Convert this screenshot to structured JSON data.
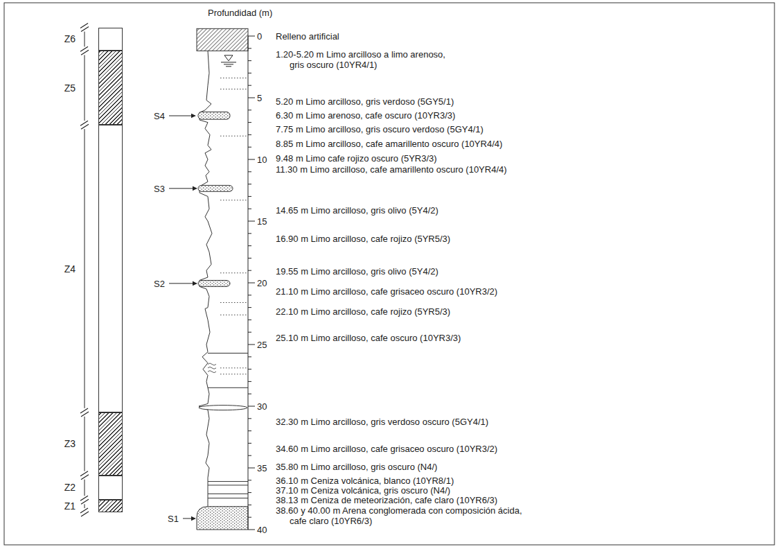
{
  "diagram": {
    "nodes": [
      {
        "text": [
          "Z6"
        ]
      },
      {
        "text": [
          "Z5"
        ]
      },
      {
        "text": [
          "Z4"
        ]
      },
      {
        "text": [
          "Z3"
        ]
      },
      {
        "text": [
          "Z2"
        ]
      },
      {
        "text": [
          "Z1"
        ]
      }
    ],
    "labels": [
      "Profundidad (m)",
      "0",
      "5",
      "10",
      "15",
      "20",
      "25",
      "30",
      "35",
      "40",
      "S4",
      "S3",
      "S2",
      "S1",
      "Relleno artificial",
      "1.20-5.20 m Limo arcilloso a limo arenoso, gris oscuro (10YR4/1)",
      "5.20 m Limo arcilloso, gris verdoso (5GY5/1)",
      "6.30 m Limo arenoso, cafe oscuro (10YR3/3)",
      "7.75 m Limo arcilloso, gris oscuro verdoso (5GY4/1)",
      "8.85 m Limo arcilloso, cafe amarillento oscuro (10YR4/4)",
      "9.48 m Limo cafe rojizo oscuro (5YR3/3)",
      "11.30 m Limo arcilloso, cafe amarillento oscuro (10YR4/4)",
      "14.65 m Limo arcilloso, gris olivo (5Y4/2)",
      "16.90 m Limo arcilloso, cafe rojizo (5YR5/3)",
      "19.55 m Limo arcilloso, gris olivo (5Y4/2)",
      "21.10 m Limo arcilloso, cafe grisaceo oscuro (10YR3/2)",
      "22.10 m Limo arcilloso, cafe rojizo (5YR5/3)",
      "25.10 m Limo arcilloso, cafe oscuro (10YR3/3)",
      "32.30 m Limo arcilloso, gris verdoso oscuro (5GY4/1)",
      "34.60 m Limo arcilloso, cafe grisaceo oscuro (10YR3/2)",
      "35.80 m Limo arcilloso, gris oscuro (N4/)",
      "36.10 m Ceniza volcánica, blanco (10YR8/1)",
      "37.10 m Ceniza volcánica, gris oscuro (N4/)",
      "38.13 m Ceniza de meteorización, cafe claro (10YR6/3)",
      "38.60 y 40.00 m Arena conglomerada con composición ácida, cafe claro (10YR6/3)"
    ]
  }
}
